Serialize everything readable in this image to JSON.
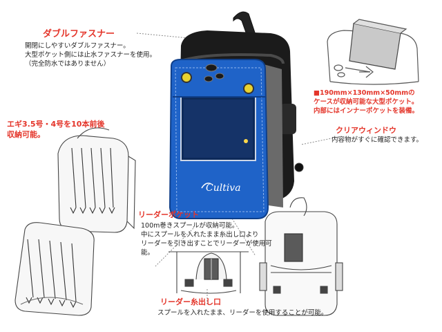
{
  "callouts": {
    "zipper": {
      "heading": "ダブルファスナー",
      "lines": [
        "開閉にしやすいダブルファスナー。",
        "大型ポケット側には止水ファスナーを使用。",
        "（完全防水ではありません）"
      ]
    },
    "egi": {
      "lines": [
        "エギ3.5号・4号を10本前後",
        "収納可能。"
      ]
    },
    "pocket": {
      "lines": [
        "■190mm×130mm×50mmの",
        "ケースが収納可能な大型ポケット。",
        "内部にはインナーポケットを装備。"
      ]
    },
    "window": {
      "heading": "クリアウィンドウ",
      "text": "内容物がすぐに確認できます。"
    },
    "leader_pocket": {
      "heading": "リーダーポケット",
      "lines": [
        "100m巻きスプールが収納可能。",
        "中にスプールを入れたまま糸出し口より",
        "リーダーを引き出すことでリーダーが使用可能。"
      ]
    },
    "leader_outlet": {
      "heading": "リーダー糸出し口",
      "text": "スプールを入れたまま、リーダーを使用することが可能。"
    }
  },
  "product": {
    "brand_logo": "Cultiva"
  },
  "colors": {
    "accent_red": "#e4352a",
    "bag_blue": "#1f63c8",
    "bag_black": "#1b1b1b",
    "line_gray": "#999999"
  }
}
